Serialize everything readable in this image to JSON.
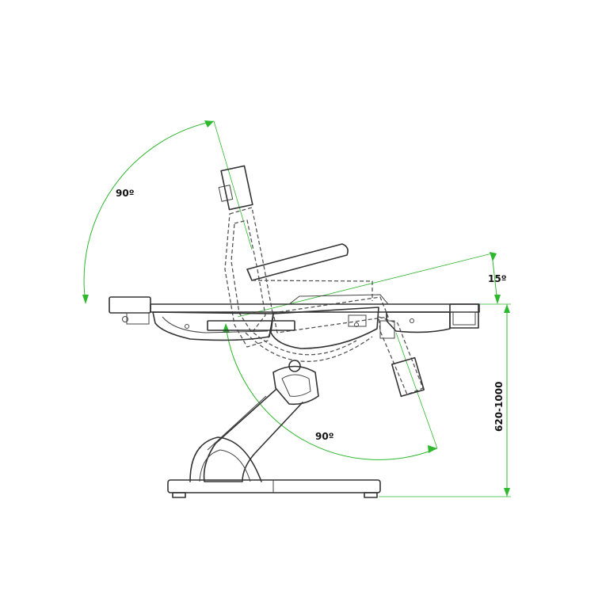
{
  "labels": {
    "back_angle": "90º",
    "tilt_angle": "15º",
    "leg_angle": "90º",
    "height_range": "620-1000"
  },
  "colors": {
    "dimension_lines": "#2eb82e",
    "drawing_lines": "#333333",
    "background": "#ffffff"
  }
}
